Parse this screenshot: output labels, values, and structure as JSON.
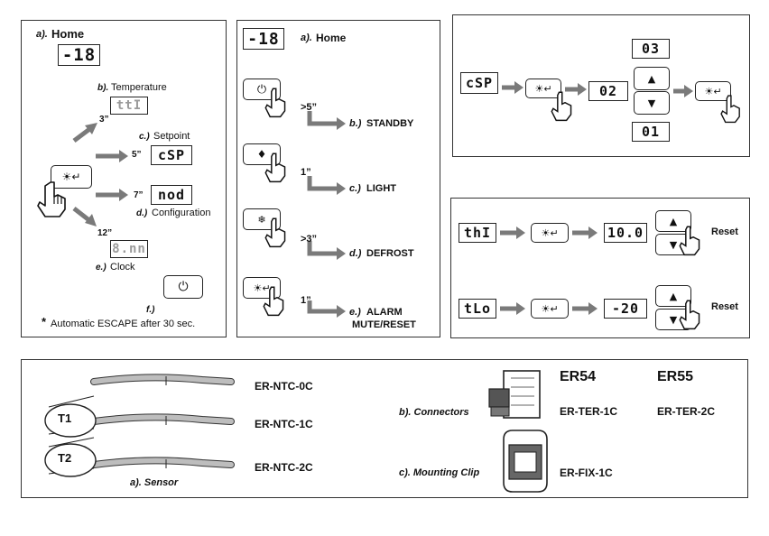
{
  "panel1": {
    "home_label": "Home",
    "home_prefix": "a).",
    "home_display": "-18",
    "items": [
      {
        "prefix": "b).",
        "label": "Temperature",
        "time": "3”",
        "display": "ttI"
      },
      {
        "prefix": "c.)",
        "label": "Setpoint",
        "time": "5”",
        "display": "cSP"
      },
      {
        "prefix": "d.)",
        "label": "Configuration",
        "time": "7”",
        "display": "nod"
      },
      {
        "prefix": "e.)",
        "label": "Clock",
        "time": "12”",
        "display": "8.nn"
      }
    ],
    "f_label": "f.)",
    "note_star": "*",
    "note": "Automatic ESCAPE after 30 sec."
  },
  "panel2": {
    "home_prefix": "a).",
    "home_label": "Home",
    "home_display": "-18",
    "rows": [
      {
        "time": ">5”",
        "prefix": "b.)",
        "label": "STANDBY"
      },
      {
        "time": "1”",
        "prefix": "c.)",
        "label": "LIGHT"
      },
      {
        "time": ">3”",
        "prefix": "d.)",
        "label": "DEFROST"
      },
      {
        "time": "1”",
        "prefix": "e.)",
        "label": "ALARM",
        "label2": "MUTE/RESET"
      }
    ]
  },
  "panel3": {
    "start_display": "cSP",
    "value_display": "02",
    "up_display": "03",
    "down_display": "01"
  },
  "panel4": {
    "rows": [
      {
        "start_display": "thI",
        "value_display": "10.0",
        "reset_label": "Reset"
      },
      {
        "start_display": "tLo",
        "value_display": "-20",
        "reset_label": "Reset"
      }
    ]
  },
  "panel5": {
    "sensor_caption": "a). Sensor",
    "tag1": "T1",
    "tag2": "T2",
    "sensor_models": [
      "ER-NTC-0C",
      "ER-NTC-1C",
      "ER-NTC-2C"
    ],
    "connectors_caption": "b). Connectors",
    "model_er54": "ER54",
    "model_er55": "ER55",
    "connector_1": "ER-TER-1C",
    "connector_2": "ER-TER-2C",
    "clip_caption": "c). Mounting Clip",
    "clip_model": "ER-FIX-1C"
  }
}
